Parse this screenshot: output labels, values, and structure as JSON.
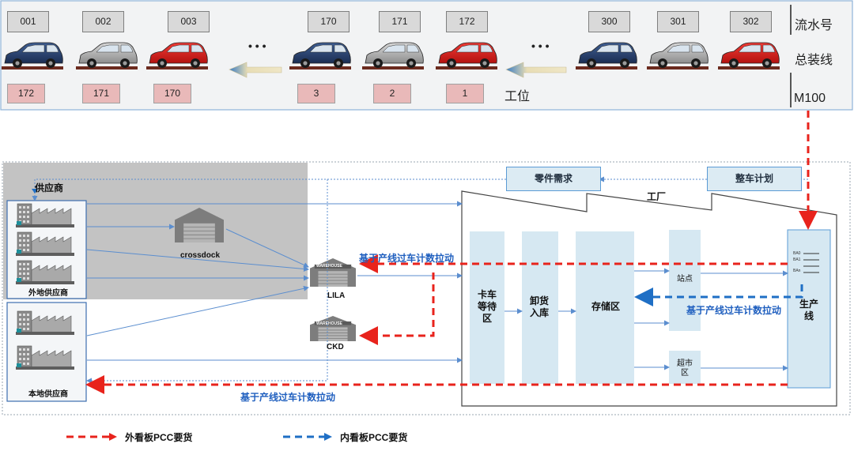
{
  "top": {
    "serials": [
      "001",
      "002",
      "003",
      "170",
      "171",
      "172",
      "300",
      "301",
      "302"
    ],
    "stations": [
      "172",
      "171",
      "170",
      "3",
      "2",
      "1"
    ],
    "ellipsis": "• • •",
    "station_label": "工位",
    "row_labels": {
      "serial": "流水号",
      "line": "总装线",
      "m100": "M100"
    }
  },
  "diagram": {
    "supplier_title": "供应商",
    "remote_suppliers": "外地供应商",
    "local_suppliers": "本地供应商",
    "crossdock": "crossdock",
    "lila": "LILA",
    "ckd": "CKD",
    "parts_demand": "零件需求",
    "vehicle_plan": "整车计划",
    "factory": "工厂",
    "truck_wait": "卡车等待区",
    "unload": "卸货入库",
    "storage": "存储区",
    "station_point": "站点",
    "supermarket": "超市区",
    "production_line": "生产线",
    "warehouse_sign": "WAREHOUSE",
    "pull_text": "基于产线过车计数拉动",
    "line_codes": [
      "BA0",
      "BA1",
      "BAn"
    ]
  },
  "legend": {
    "external": "外看板PCC要货",
    "internal": "内看板PCC要货",
    "external_color": "#e8231c",
    "internal_color": "#1f6fc5"
  },
  "colors": {
    "car_colors": [
      "navy",
      "silver",
      "red",
      "navy",
      "silver",
      "red",
      "navy",
      "silver",
      "red"
    ]
  }
}
